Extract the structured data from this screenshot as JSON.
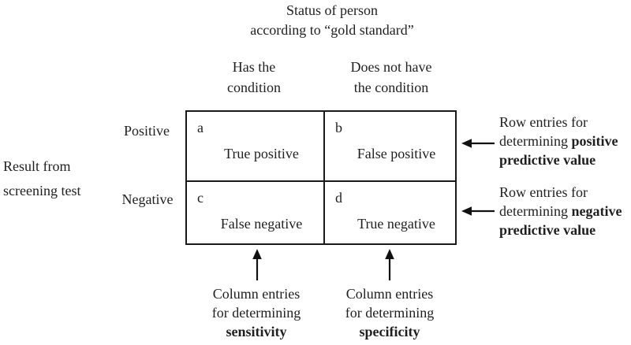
{
  "diagram": {
    "title": {
      "line1": "Status of person",
      "line2": "according to “gold standard”"
    },
    "column_headers": [
      {
        "line1": "Has the",
        "line2": "condition"
      },
      {
        "line1": "Does not have",
        "line2": "the condition"
      }
    ],
    "row_axis_label": {
      "line1": "Result from",
      "line2": "screening test"
    },
    "row_labels": [
      "Positive",
      "Negative"
    ],
    "cells": [
      {
        "letter": "a",
        "label": "True positive"
      },
      {
        "letter": "b",
        "label": "False positive"
      },
      {
        "letter": "c",
        "label": "False negative"
      },
      {
        "letter": "d",
        "label": "True negative"
      }
    ],
    "right_annotations": [
      {
        "line1": "Row entries for",
        "line2_normal": "determining ",
        "line2_bold": "positive",
        "line3_bold": "predictive value"
      },
      {
        "line1": "Row entries for",
        "line2_normal": "determining ",
        "line2_bold": "negative",
        "line3_bold": "predictive value"
      }
    ],
    "bottom_annotations": [
      {
        "line1": "Column entries",
        "line2": "for determining",
        "line3_bold": "sensitivity"
      },
      {
        "line1": "Column entries",
        "line2": "for determining",
        "line3_bold": "specificity"
      }
    ],
    "colors": {
      "text": "#1f1f1f",
      "border": "#1a1a1a",
      "background": "#ffffff"
    }
  }
}
